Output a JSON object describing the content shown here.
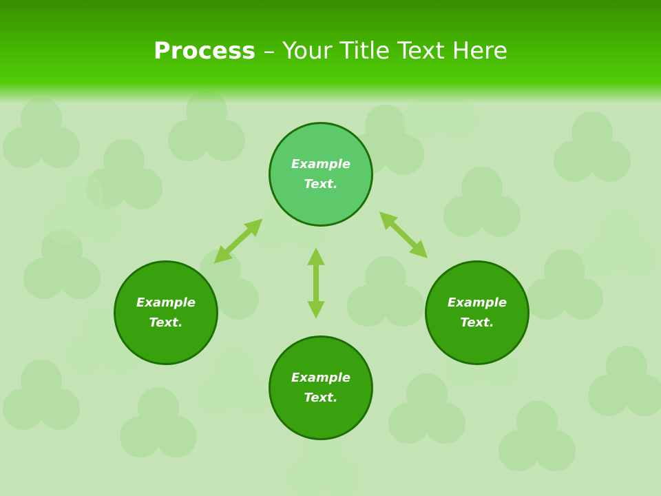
{
  "title": {
    "bold": "Process",
    "rest": " – Your Title Text Here"
  },
  "nodes": {
    "top": {
      "line1": "Example",
      "line2": "Text."
    },
    "left": {
      "line1": "Example",
      "line2": "Text."
    },
    "right": {
      "line1": "Example",
      "line2": "Text."
    },
    "bottom": {
      "line1": "Example",
      "line2": "Text."
    }
  },
  "colors": {
    "title_bar": "#44b400",
    "node_fill": "#3aa10e",
    "node_highlight_fill": "#5ec96a",
    "node_border": "#1e6e06",
    "arrow": "#8cc63f"
  }
}
